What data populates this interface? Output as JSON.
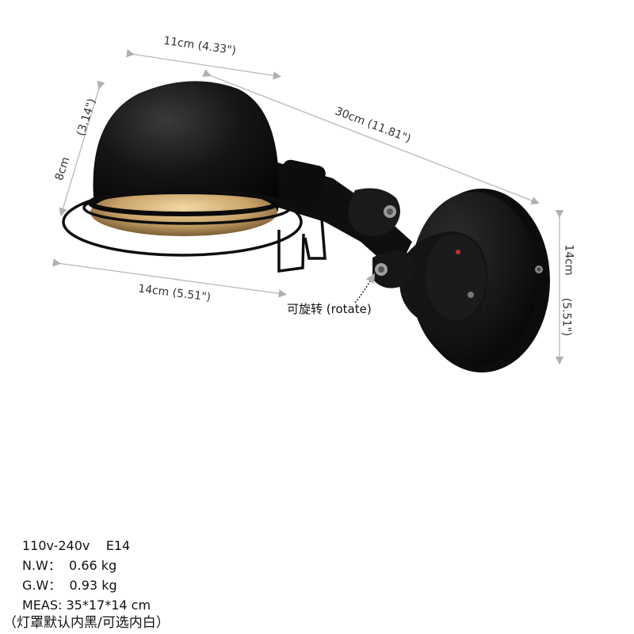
{
  "dimensions": {
    "shade_width": "11cm  (4.33\")",
    "total_length": "30cm  (11.81\")",
    "shade_height_cm": "8cm",
    "shade_height_in": "(3.14\")",
    "cage_width": "14cm  (5.51\")",
    "base_height_cm": "14cm",
    "base_height_in": "(5.51\")"
  },
  "rotate_label": "可旋转 (rotate)",
  "specs": {
    "voltage_socket": "110v-240v    E14",
    "net_weight": "N.W：  0.66 kg",
    "gross_weight": "G.W：  0.93 kg",
    "measurement": "MEAS: 35*17*14 cm"
  },
  "note": "（灯罩默认内黑/可选内白）",
  "colors": {
    "lamp_black": "#121212",
    "interior_glow": "#d9b77a",
    "dimension_line": "#b0b0b0"
  }
}
